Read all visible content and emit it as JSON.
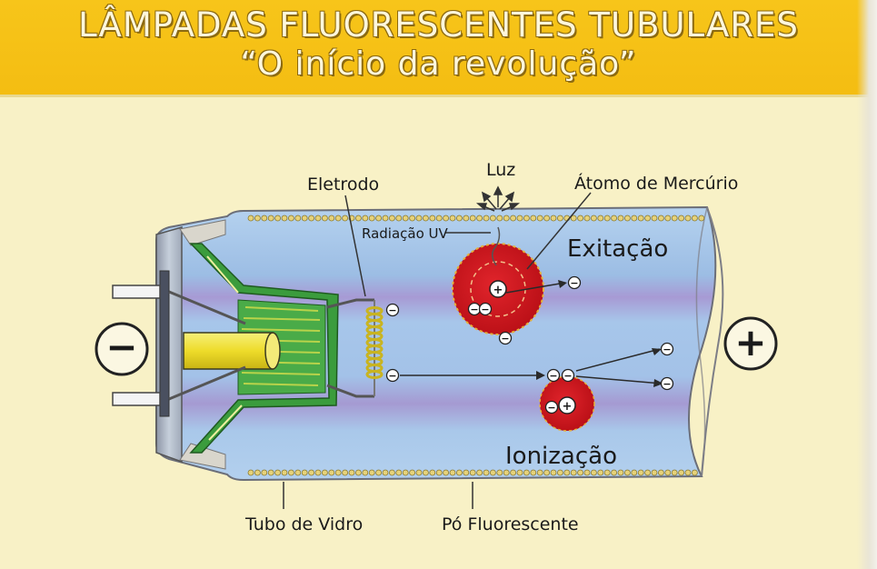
{
  "header": {
    "title": "LÂMPADAS FLUORESCENTES TUBULARES",
    "subtitle": "“O início da revolução”"
  },
  "labels": {
    "eletrodo": "Eletrodo",
    "luz": "Luz",
    "atomo": "Átomo de Mercúrio",
    "radiacao": "Radiação UV",
    "exitacao": "Exitação",
    "ionizacao": "Ionização",
    "tubo": "Tubo de Vidro",
    "po": "Pó Fluorescente"
  },
  "symbols": {
    "minus_terminal": "−",
    "plus_terminal": "+",
    "electron": "−",
    "nucleus": "+"
  },
  "colors": {
    "header": "#f4bd12",
    "glass": "#a9c9ea",
    "atom": "#d4141c",
    "electrode": "#3a9a3a",
    "phosphor": "#e6d27a"
  }
}
